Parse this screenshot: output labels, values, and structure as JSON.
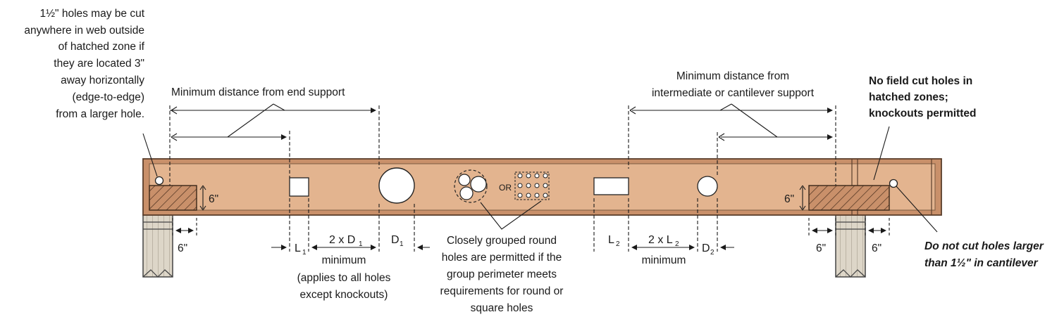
{
  "notes": {
    "small_hole": [
      "1½\" holes may be cut",
      "anywhere in web outside",
      "of hatched zone if",
      "they are located 3\"",
      "away horizontally",
      "(edge-to-edge)",
      "from a larger hole."
    ],
    "end_support": "Minimum distance from end support",
    "intermediate_support": [
      "Minimum distance from",
      "intermediate or cantilever support"
    ],
    "hatched": [
      "No field cut holes in",
      "hatched zones;",
      "knockouts permitted"
    ],
    "cantilever": [
      "Do not cut holes larger",
      "than 1½\" in cantilever"
    ],
    "grouped": [
      "Closely grouped round",
      "holes are permitted if the",
      "group perimeter meets",
      "requirements for round or",
      "square holes"
    ],
    "applies": [
      "minimum",
      "(applies to all holes",
      "except knockouts)"
    ],
    "minimum2": "minimum"
  },
  "dims": {
    "six_left_vertical": "6\"",
    "six_left_horizontal": "6\"",
    "six_right_vertical": "6\"",
    "six_right_a": "6\"",
    "six_right_b": "6\"",
    "or_label": "OR"
  },
  "labels": {
    "L1_base": "L",
    "L1_sub": "1",
    "twoD1_base": "2 x D",
    "twoD1_sub": "1",
    "D1_base": "D",
    "D1_sub": "1",
    "L2_base": "L",
    "L2_sub": "2",
    "twoL2_base": "2 x L",
    "twoL2_sub": "2",
    "D2_base": "D",
    "D2_sub": "2"
  },
  "colors": {
    "web": "#e3b48f",
    "flange": "#c9906a",
    "outline": "#5a3e2b",
    "post": "#d9d2c4",
    "line": "#1a1a1a"
  }
}
